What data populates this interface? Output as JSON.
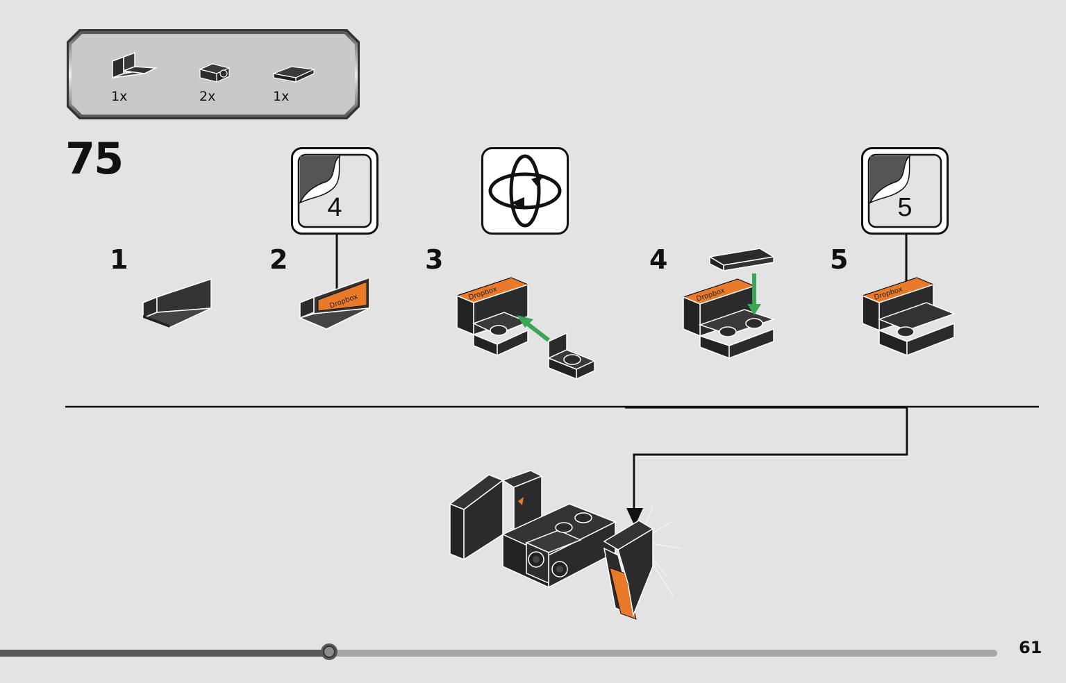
{
  "parts_list": [
    {
      "icon": "panel-brick-icon",
      "qty": "1x"
    },
    {
      "icon": "bracket-plate-icon",
      "qty": "2x"
    },
    {
      "icon": "wedge-tile-icon",
      "qty": "1x"
    }
  ],
  "step_number": "75",
  "sticker_callouts": [
    "4",
    "5"
  ],
  "substeps": [
    "1",
    "2",
    "3",
    "4",
    "5"
  ],
  "sticker_text": "Dropbox",
  "page_number": "61",
  "progress": {
    "fraction": 0.33
  },
  "colors": {
    "background": "#e3e3e3",
    "brick": "#2b2b2b",
    "sticker": "#e87a2a",
    "arrow": "#3aa655"
  }
}
